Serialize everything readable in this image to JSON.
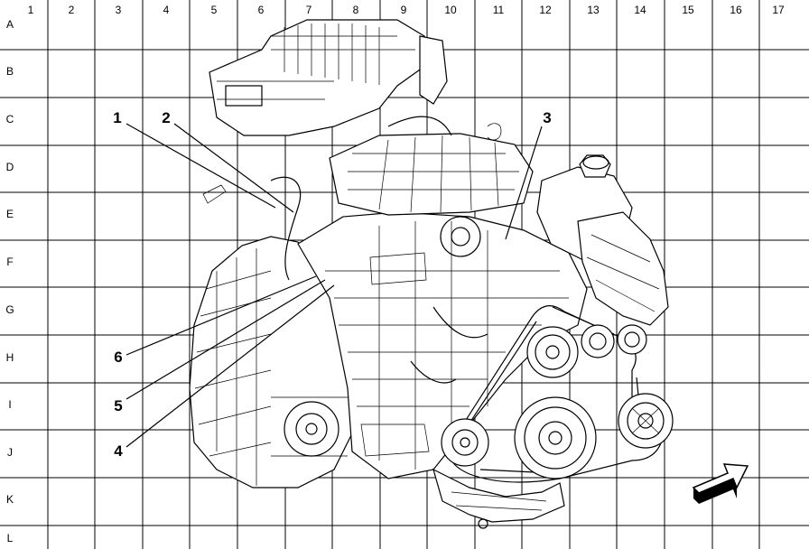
{
  "grid": {
    "columns": [
      "1",
      "2",
      "3",
      "4",
      "5",
      "6",
      "7",
      "8",
      "9",
      "10",
      "11",
      "12",
      "13",
      "14",
      "15",
      "16",
      "17"
    ],
    "rows": [
      "A",
      "B",
      "C",
      "D",
      "E",
      "F",
      "G",
      "H",
      "I",
      "J",
      "K",
      "L"
    ]
  },
  "callouts": [
    "1",
    "2",
    "3",
    "4",
    "5",
    "6"
  ],
  "icons": {
    "orientation_arrow": "front-arrow-icon"
  }
}
